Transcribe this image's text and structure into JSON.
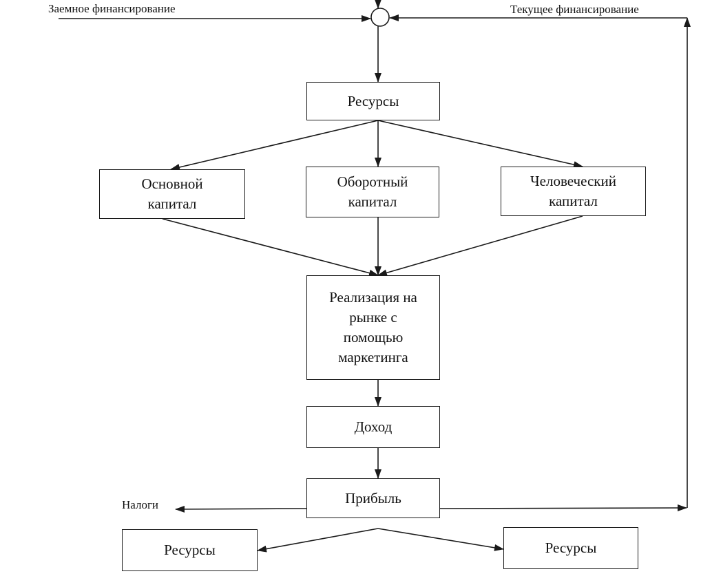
{
  "labels": {
    "borrowed_financing": "Заемное финансирование",
    "current_financing": "Текущее финансирование",
    "taxes": "Налоги"
  },
  "boxes": {
    "resources_top": "Ресурсы",
    "fixed_capital": [
      "Основной",
      "капитал"
    ],
    "working_capital": [
      "Оборотный",
      "капитал"
    ],
    "human_capital": [
      "Человеческий",
      "капитал"
    ],
    "market_realization": [
      "Реализация на",
      "рынке с",
      "помощью",
      "маркетинга"
    ],
    "income": "Доход",
    "profit": "Прибыль",
    "resources_left": "Ресурсы",
    "resources_right": "Ресурсы"
  },
  "colors": {
    "line": "#1a1a1a",
    "background": "#ffffff"
  }
}
